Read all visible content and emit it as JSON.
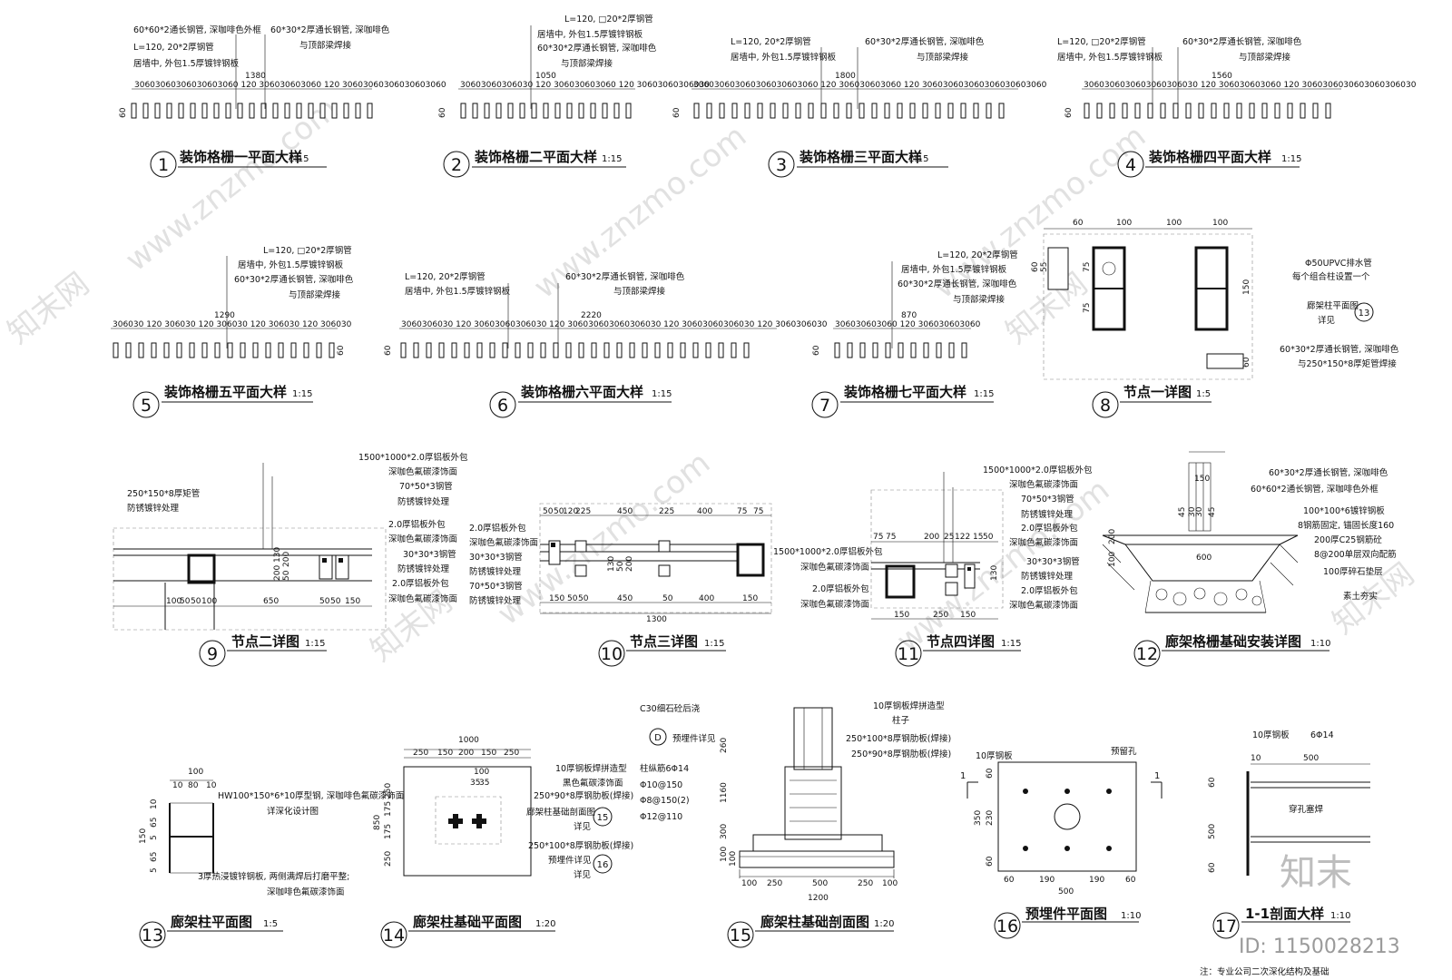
{
  "watermark": {
    "site": "www.znzmo.com",
    "brand": "知末网",
    "logo": "知末",
    "id_text": "ID: 1150028213"
  },
  "footer_note": "注：专业公司二次深化结构及基础",
  "details": [
    {
      "num": "1",
      "title": "装饰格栅一平面大样",
      "scale": "1:15",
      "notes": [
        "60*60*2通长钢管, 深咖啡色外框",
        "L=120, 20*2厚钢管",
        "居墙中, 外包1.5厚镀锌钢板",
        "60*30*2厚通长钢管, 深咖啡色",
        "与顶部梁焊接"
      ],
      "span": "1380",
      "side": "60",
      "dims": "30603060306030603060 120 306030603060 120 30603060306030603060"
    },
    {
      "num": "2",
      "title": "装饰格栅二平面大样",
      "scale": "1:15",
      "notes": [
        "L=120, □20*2厚钢管",
        "居墙中, 外包1.5厚镀锌钢板",
        "60*30*2厚通长钢管, 深咖啡色",
        "与顶部梁焊接"
      ],
      "span": "1050",
      "side": "60",
      "dims": "30603060306030 120 306030603060 120 30603060306030"
    },
    {
      "num": "3",
      "title": "装饰格栅三平面大样",
      "scale": "1:15",
      "notes": [
        "L=120, 20*2厚钢管",
        "居墙中, 外包1.5厚镀锌钢板",
        "60*30*2厚通长钢管, 深咖啡色",
        "与顶部梁焊接"
      ],
      "span": "1800",
      "side": "60",
      "dims": "306030603060306030603060 120 306030603060 120 306030603060306030603060"
    },
    {
      "num": "4",
      "title": "装饰格栅四平面大样",
      "scale": "1:15",
      "notes": [
        "L=120, □20*2厚钢管",
        "居墙中, 外包1.5厚镀锌钢板",
        "60*30*2厚通长钢管, 深咖啡色",
        "与顶部梁焊接"
      ],
      "span": "1560",
      "side": "60",
      "dims": "3060306030603060306030 120 306030603060 120 3060306030603060306030"
    },
    {
      "num": "5",
      "title": "装饰格栅五平面大样",
      "scale": "1:15",
      "notes": [
        "L=120, □20*2厚钢管",
        "居墙中, 外包1.5厚镀锌钢板",
        "60*30*2厚通长钢管, 深咖啡色",
        "与顶部梁焊接"
      ],
      "span": "1290",
      "side": "60",
      "dims": "306030 120 306030 120 306030 120 306030 120 306030"
    },
    {
      "num": "6",
      "title": "装饰格栅六平面大样",
      "scale": "1:15",
      "notes": [
        "L=120, 20*2厚钢管",
        "居墙中, 外包1.5厚镀锌钢板",
        "60*30*2厚通长钢管, 深咖啡色",
        "与顶部梁焊接"
      ],
      "span": "2220",
      "side": "60",
      "dims": "3060306030 120 30603060306030 120 306030603060306030 120 30603060306030 120 3060306030"
    },
    {
      "num": "7",
      "title": "装饰格栅七平面大样",
      "scale": "1:15",
      "notes": [
        "L=120, 20*2厚钢管",
        "居墙中, 外包1.5厚镀锌钢板",
        "60*30*2厚通长钢管, 深咖啡色",
        "与顶部梁焊接"
      ],
      "span": "870",
      "side": "60",
      "dims": "306030603060 120 306030603060"
    },
    {
      "num": "8",
      "title": "节点一详图",
      "scale": "1:5",
      "notes": [
        "Φ50UPVC排水管",
        "每个组合柱设置一个",
        "廊架柱平面图",
        "详见",
        "60*30*2厚通长钢管, 深咖啡色",
        "与250*150*8厚矩管焊接"
      ],
      "ref": "13",
      "dims": [
        "60",
        "100",
        "100",
        "100",
        "60",
        "55",
        "75",
        "75",
        "150",
        "60"
      ]
    },
    {
      "num": "9",
      "title": "节点二详图",
      "scale": "1:15",
      "notes": [
        "1500*1000*2.0厚铝板外包",
        "深咖色氟碳漆饰面",
        "70*50*3钢管",
        "防锈镀锌处理",
        "2.0厚铝板外包",
        "深咖色氟碳漆饰面",
        "30*30*3钢管",
        "防锈镀锌处理",
        "2.0厚铝板外包",
        "深咖色氟碳漆饰面",
        "250*150*8厚矩管",
        "防锈镀锌处理"
      ],
      "dims": [
        "100",
        "50",
        "50",
        "100",
        "650",
        "50",
        "50",
        "150",
        "200",
        "130",
        "50",
        "200"
      ]
    },
    {
      "num": "10",
      "title": "节点三详图",
      "scale": "1:15",
      "notes": [
        "2.0厚铝板外包",
        "深咖色氟碳漆饰面",
        "30*30*3钢管",
        "防锈镀锌处理",
        "70*50*3钢管",
        "防锈镀锌处理",
        "1500*1000*2.0厚铝板外包",
        "深咖色氟碳漆饰面",
        "2.0厚铝板外包",
        "深咖色氟碳漆饰面"
      ],
      "dims": [
        "50",
        "50",
        "120",
        "225",
        "450",
        "225",
        "400",
        "75",
        "75",
        "150",
        "50",
        "50",
        "450",
        "50",
        "400",
        "150",
        "1300",
        "130",
        "50",
        "200"
      ]
    },
    {
      "num": "11",
      "title": "节点四详图",
      "scale": "1:15",
      "notes": [
        "1500*1000*2.0厚铝板外包",
        "深咖色氟碳漆饰面",
        "70*50*3钢管",
        "防锈镀锌处理",
        "2.0厚铝板外包",
        "深咖色氟碳漆饰面",
        "30*30*3钢管",
        "防锈镀锌处理",
        "2.0厚铝板外包",
        "深咖色氟碳漆饰面"
      ],
      "dims": [
        "75",
        "75",
        "200",
        "25",
        "122",
        "15",
        "50",
        "150",
        "250",
        "150",
        "130"
      ]
    },
    {
      "num": "12",
      "title": "廊架格栅基础安装详图",
      "scale": "1:10",
      "notes": [
        "60*30*2厚通长钢管, 深咖啡色",
        "60*60*2通长钢管, 深咖啡色外框",
        "100*100*6镀锌钢板",
        "8钢筋固定, 锚固长度160",
        "200厚C25钢筋砼",
        "8@200单层双向配筋",
        "100厚碎石垫层",
        "素土夯实"
      ],
      "dims": [
        "150",
        "45",
        "30",
        "30",
        "45",
        "600",
        "100",
        "200"
      ]
    },
    {
      "num": "13",
      "title": "廊架柱平面图",
      "scale": "1:5",
      "notes": [
        "HW100*150*6*10厚型钢, 深咖啡色氟碳漆饰面",
        "详深化设计图",
        "3厚热浸镀锌钢板, 两侧满焊后打磨平整;",
        "深咖啡色氟碳漆饰面"
      ],
      "dims": [
        "100",
        "10",
        "80",
        "10",
        "10",
        "65",
        "65",
        "150",
        "5",
        "5"
      ]
    },
    {
      "num": "14",
      "title": "廊架柱基础平面图",
      "scale": "1:20",
      "notes": [
        "10厚钢板焊拼造型",
        "黑色氟碳漆饰面",
        "250*90*8厚钢肋板(焊接)",
        "廊架柱基础剖面图",
        "详见",
        "250*100*8厚钢肋板(焊接)",
        "预埋件详见",
        "详见"
      ],
      "refs": [
        "15",
        "16"
      ],
      "dims": [
        "1000",
        "250",
        "150",
        "200",
        "150",
        "250",
        "100",
        "35",
        "35",
        "250",
        "175",
        "175",
        "250",
        "850"
      ]
    },
    {
      "num": "15",
      "title": "廊架柱基础剖面图",
      "scale": "1:20",
      "notes": [
        "C30细石砼后浇",
        "预埋件详见",
        "10厚钢板焊拼造型",
        "柱子",
        "250*100*8厚钢肋板(焊接)",
        "250*90*8厚钢肋板(焊接)",
        "柱纵筋6Φ14",
        "Φ10@150",
        "Φ8@150(2)",
        "Φ12@110"
      ],
      "ref": "D",
      "dims": [
        "260",
        "1160",
        "300",
        "100",
        "100",
        "100",
        "250",
        "500",
        "250",
        "100",
        "1200"
      ]
    },
    {
      "num": "16",
      "title": "预埋件平面图",
      "scale": "1:10",
      "notes": [
        "10厚钢板",
        "预留孔"
      ],
      "cut": "1",
      "dims": [
        "60",
        "230",
        "350",
        "60",
        "60",
        "190",
        "190",
        "60",
        "500"
      ]
    },
    {
      "num": "17",
      "title": "1-1剖面大样",
      "scale": "1:10",
      "notes": [
        "10厚钢板",
        "6Φ14",
        "穿孔塞焊"
      ],
      "dims": [
        "10",
        "500",
        "60",
        "500",
        "60"
      ]
    }
  ]
}
